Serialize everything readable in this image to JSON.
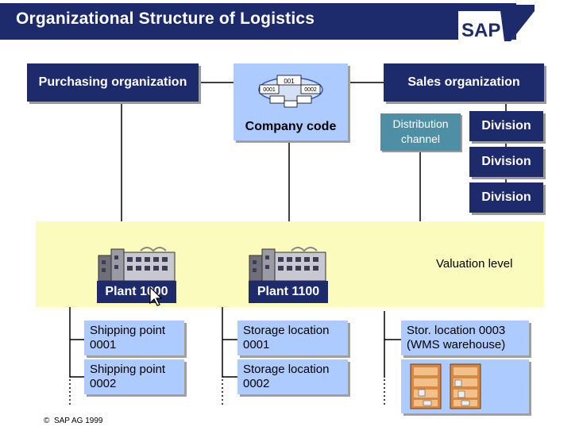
{
  "header": {
    "title": "Organizational Structure of Logistics",
    "logo_text": "SAP"
  },
  "org": {
    "purchasing": "Purchasing organization",
    "company_code_label": "Company code",
    "company_code_icon_labels": [
      "001",
      "0001",
      "0002"
    ],
    "sales": "Sales organization",
    "distribution_line1": "Distribution",
    "distribution_line2": "channel",
    "divisions": [
      "Division",
      "Division",
      "Division"
    ]
  },
  "valuation": {
    "label": "Valuation level",
    "plants": [
      {
        "label": "Plant 1000"
      },
      {
        "label": "Plant 1100"
      }
    ]
  },
  "children": {
    "shipping_points": [
      {
        "line1": "Shipping point",
        "line2": "0001"
      },
      {
        "line1": "Shipping point",
        "line2": "0002"
      }
    ],
    "storage_locations": [
      {
        "line1": "Storage location",
        "line2": "0001"
      },
      {
        "line1": "Storage location",
        "line2": "0002"
      }
    ],
    "wms": {
      "line1": "Stor. location 0003",
      "line2": "(WMS warehouse)"
    }
  },
  "footer": {
    "copyright": "SAP AG 1999"
  },
  "colors": {
    "dark_navy": "#1d2a6b",
    "light_blue": "#aecbff",
    "teal": "#4f8fa5",
    "valuation_yellow": "#fbfbbe",
    "shelf_orange": "#d9883f"
  }
}
